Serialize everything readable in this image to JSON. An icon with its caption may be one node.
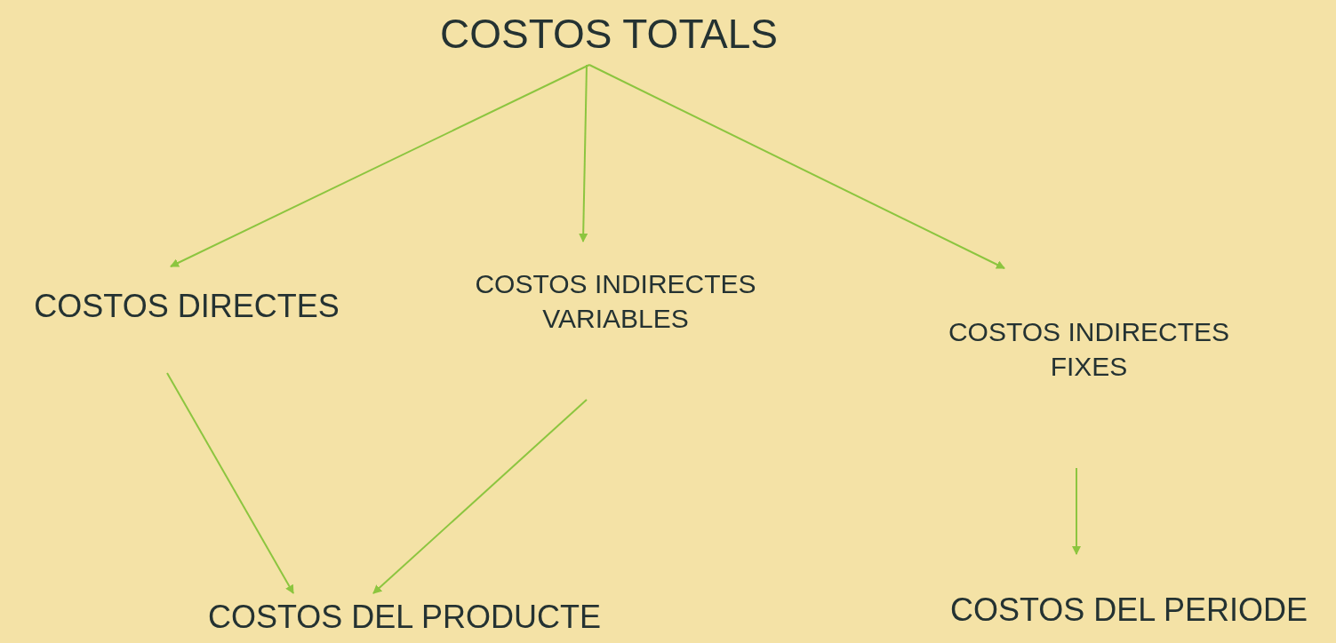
{
  "diagram": {
    "nodes": [
      {
        "text": [
          "COSTOS TOTALS"
        ]
      },
      {
        "text": [
          "COSTOS DIRECTES"
        ]
      },
      {
        "text": [
          "COSTOS INDIRECTES VARIABLES"
        ]
      },
      {
        "text": [
          "COSTOS INDIRECTES FIXES"
        ]
      },
      {
        "text": [
          "COSTOS DEL PRODUCTE"
        ]
      },
      {
        "text": [
          "COSTOS DEL PERIODE"
        ]
      }
    ],
    "edges": [
      {
        "from": 0,
        "to": 1,
        "arrow": "to"
      },
      {
        "from": 0,
        "to": 2,
        "arrow": "to"
      },
      {
        "from": 0,
        "to": 3,
        "arrow": "to"
      },
      {
        "from": 1,
        "to": 4,
        "arrow": "to"
      },
      {
        "from": 2,
        "to": 4,
        "arrow": "to"
      },
      {
        "from": 3,
        "to": 5,
        "arrow": "to"
      }
    ]
  }
}
